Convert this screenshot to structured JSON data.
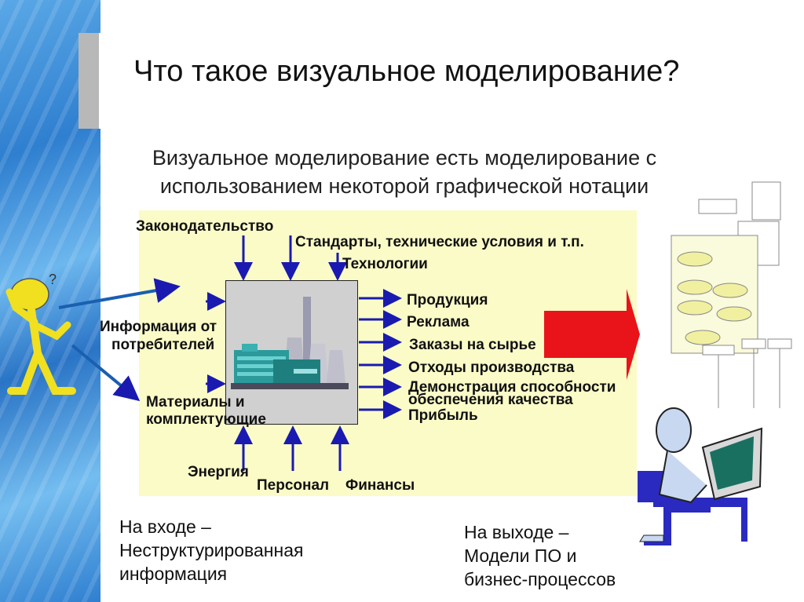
{
  "title": "Что такое визуальное моделирование?",
  "subtitle": {
    "line1": "Визуальное моделирование есть моделирование с",
    "line2": "использованием некоторой  графической нотации"
  },
  "inputs_top": {
    "legislation": "Законодательство",
    "standards": "Стандарты, технические условия и т.п.",
    "technologies": "Технологии"
  },
  "inputs_left": {
    "info_line1": "Информация от",
    "info_line2": "потребителей",
    "materials_line1": "Материалы и",
    "materials_line2": "комплектующие"
  },
  "inputs_bottom": {
    "energy": "Энергия",
    "personnel": "Персонал",
    "finance": "Финансы"
  },
  "outputs": [
    "Продукция",
    "Реклама",
    "Заказы на сырье",
    "Отходы производства",
    "Демонстрация способности",
    "обеспечения качества",
    "Прибыль"
  ],
  "caption_left": {
    "line1": "На входе –",
    "line2": "Неструктурированная",
    "line3": "информация"
  },
  "caption_right": {
    "line1": "На выходе –",
    "line2": "Модели ПО и",
    "line3": "бизнес-процессов"
  },
  "colors": {
    "arrow": "#1a1ab0",
    "big_arrow": "#e8141a",
    "diagram_bg": "#fbfbc8",
    "figure": "#f0e020"
  },
  "icons": [
    "factory-icon",
    "thinking-person-icon",
    "uml-diagram-icon",
    "programmer-at-computer-icon"
  ]
}
